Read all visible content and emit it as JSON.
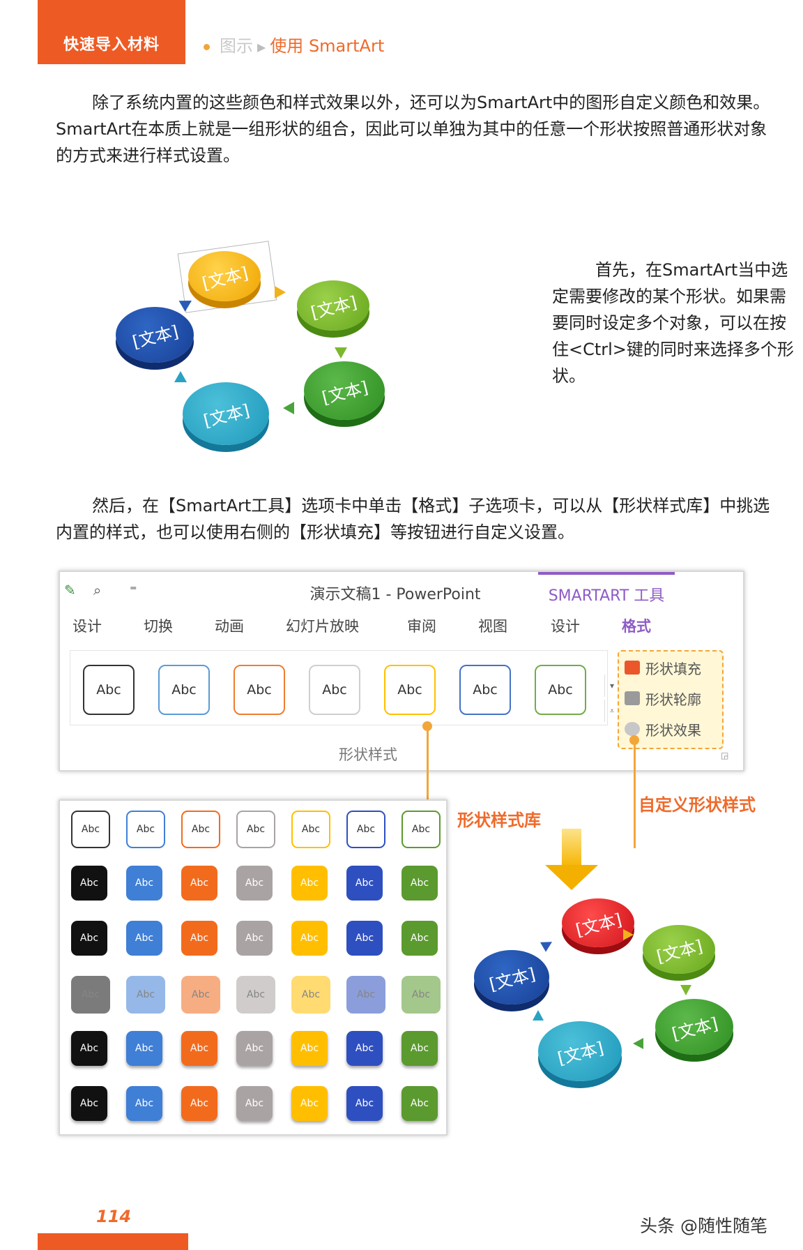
{
  "header": {
    "section": "快速导入材料",
    "crumb1": "图示",
    "crumb2": "使用 SmartArt"
  },
  "paragraphs": {
    "p1": "除了系统内置的这些颜色和样式效果以外，还可以为SmartArt中的图形自定义颜色和效果。SmartArt在本质上就是一组形状的组合，因此可以单独为其中的任意一个形状按照普通形状对象的方式来进行样式设置。",
    "p2": "首先，在SmartArt当中选定需要修改的某个形状。如果需要同时设定多个对象，可以在按住<Ctrl>键的同时来选择多个形状。",
    "p3": "然后，在【SmartArt工具】选项卡中单击【格式】子选项卡，可以从【形状样式库】中挑选内置的样式，也可以使用右侧的【形状填充】等按钮进行自定义设置。"
  },
  "smartart": {
    "node_label": "[文本]"
  },
  "ribbon": {
    "title": "演示文稿1 - PowerPoint",
    "context_tab": "SMARTART 工具",
    "qat_more": "⁼",
    "tabs": [
      "设计",
      "切换",
      "动画",
      "幻灯片放映",
      "审阅",
      "视图",
      "设计",
      "格式"
    ],
    "active_tab": "格式",
    "gallery_item": "Abc",
    "gallery_colors": [
      "#333333",
      "#5b9bd5",
      "#ed7d31",
      "#a5a5a5",
      "#ffc000",
      "#4472c4",
      "#70ad47"
    ],
    "group_label": "形状样式",
    "fill_button": "形状填充",
    "outline_button": "形状轮廓",
    "effects_button": "形状效果"
  },
  "callouts": {
    "gallery": "形状样式库",
    "custom": "自定义形状样式"
  },
  "style_gallery": {
    "item": "Abc",
    "colors": [
      "#111111",
      "#3f7fd6",
      "#f26b1d",
      "#aaa3a3",
      "#ffbf00",
      "#2e4fbf",
      "#5b9a2e"
    ]
  },
  "result_colors": {
    "top": "#e01e24",
    "right": "#7cb82f",
    "bottom_right": "#3d9a2b",
    "bottom_left": "#2aa2c2",
    "left": "#1f4ea3"
  },
  "footer": {
    "page_number": "114",
    "watermark": "头条 @随性随笔"
  }
}
